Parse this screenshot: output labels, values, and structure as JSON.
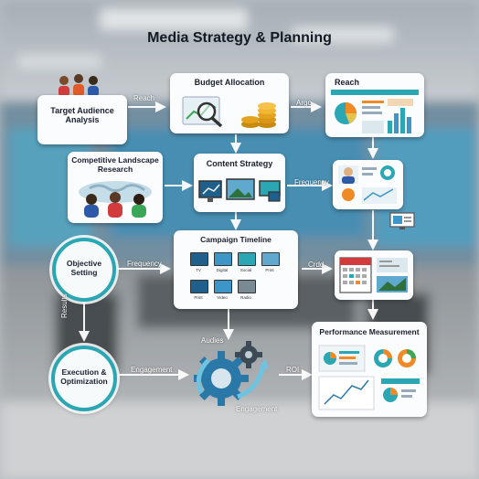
{
  "title": "Media Strategy & Planning",
  "nodes": {
    "target_audience": "Target Audience\nAnalysis",
    "budget": "Budget Allocation",
    "reach": "Reach",
    "competitive": "Competitive Landscape\nResearch",
    "content": "Content Strategy",
    "objective": "Objective\nSetting",
    "timeline": "Campaign Timeline",
    "execution": "Execution &\nOptimization",
    "performance": "Performance Measurement"
  },
  "timeline_items": [
    "TV",
    "Digital",
    "Social",
    "Print",
    "Print",
    "Video",
    "Radio"
  ],
  "edge_labels": {
    "reach": "Reach",
    "argo": "Argo",
    "frequency_top": "Frequency",
    "frequency_left": "Frequency",
    "crdd": "Crdd",
    "results": "Results",
    "audies": "Audies",
    "engagement_left": "Engagement",
    "engagement_bottom": "Engagement",
    "roi": "ROI"
  },
  "colors": {
    "accent_teal": "#2aa7b3",
    "arrow_blue": "#3c96c8",
    "arrow_light": "#ffffff",
    "coin_gold": "#e5a21c",
    "chart_green": "#3aa757",
    "chart_orange": "#f08a24"
  },
  "icons": [
    "people-icon",
    "magnifier-chart-icon",
    "coins-icon",
    "dashboard-icon",
    "globe-people-icon",
    "devices-icon",
    "calendar-icon",
    "gears-cycle-icon",
    "charts-icon"
  ]
}
